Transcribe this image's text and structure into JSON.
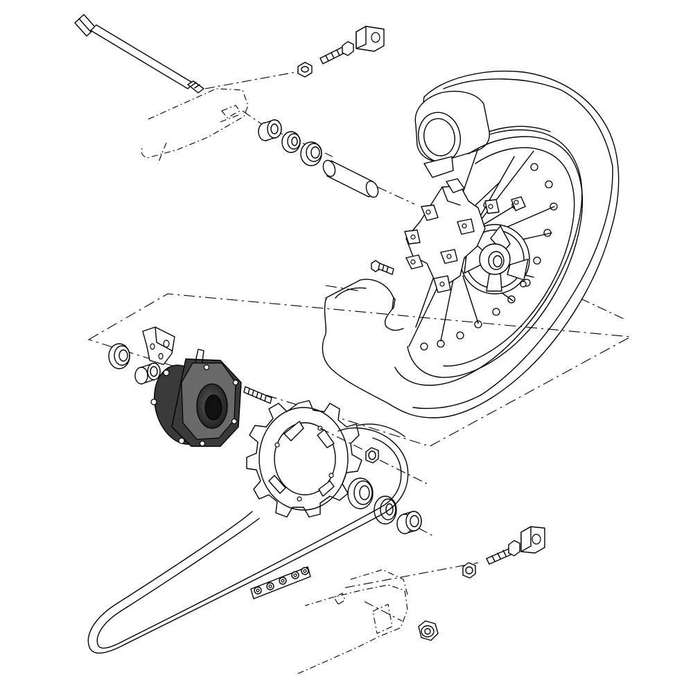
{
  "diagram": {
    "type": "exploded-parts-diagram",
    "line_color": "#000000",
    "background": "#ffffff",
    "highlight_fill": "#3a3a3a",
    "parts": [
      "rear-axle-bolt",
      "chain-adjuster-block-left",
      "adjuster-bolt-left",
      "adjuster-nut-left",
      "swingarm-outline-left",
      "collar-left",
      "oil-seal-left",
      "bearing-left",
      "wheel-spacer",
      "rear-brake-disc",
      "disc-bolt",
      "rear-wheel",
      "rear-tire",
      "spoke-rim",
      "wheel-hub",
      "hub-damper-group",
      "sprocket-flange-bearing",
      "flange-collar",
      "rear-hub-clutch",
      "stud-bolt",
      "rear-sprocket",
      "sprocket-nut",
      "bearing-right",
      "oil-seal-right",
      "collar-right",
      "drive-chain",
      "chain-joint",
      "swingarm-outline-right",
      "chain-adjuster-block-right",
      "adjuster-bolt-right",
      "adjuster-nut-right",
      "axle-nut"
    ]
  }
}
